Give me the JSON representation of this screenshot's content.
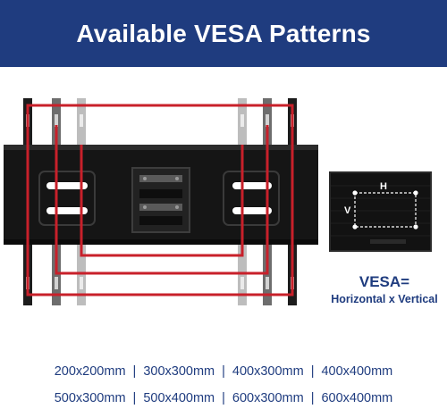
{
  "header": {
    "title": "Available VESA Patterns",
    "background": "#1f3c7f"
  },
  "diagram": {
    "h_label": "H",
    "v_label": "V",
    "line_color": "#c8202a"
  },
  "vesa_label": {
    "line1": "VESA=",
    "line2": "Horizontal x Vertical"
  },
  "patterns": {
    "row1": [
      "200x200mm",
      "300x300mm",
      "400x300mm",
      "400x400mm"
    ],
    "row2": [
      "500x300mm",
      "500x400mm",
      "600x300mm",
      "600x400mm"
    ],
    "separator": "|"
  }
}
